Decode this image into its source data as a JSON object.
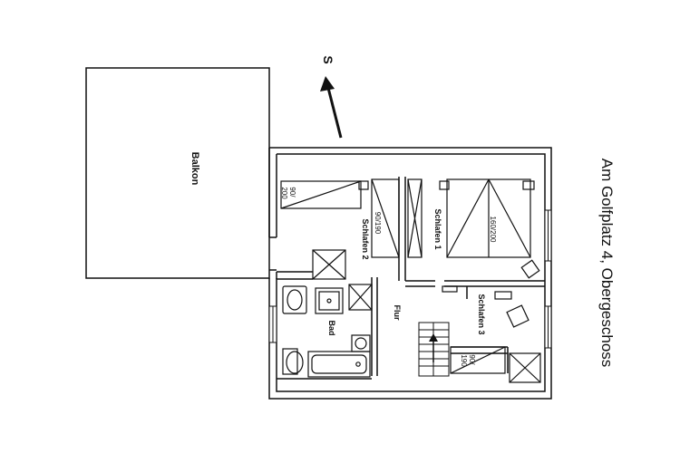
{
  "title": "Am Golfplatz 4, Obergeschoss",
  "compass": "S",
  "rooms": {
    "balkon": "Balkon",
    "schlafen1": "Schlafen 1",
    "schlafen2": "Schlafen 2",
    "schlafen3": "Schlafen 3",
    "bad": "Bad",
    "flur": "Flur"
  },
  "beds": {
    "bed_90_200": "90/\n200",
    "bed_90_190_a": "90/190",
    "bed_160_200": "160/200",
    "bed_90_190_b": "90/\n190"
  }
}
